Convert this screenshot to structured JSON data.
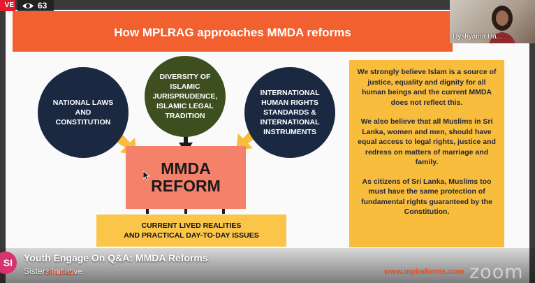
{
  "stream": {
    "live_label": "VE",
    "viewer_count": "63",
    "title": "Youth Engage On Q&A: MMDA Reforms",
    "subtitle": "Sisters Initiative",
    "channel_initials": "SI",
    "watermark": "zoom"
  },
  "participant": {
    "name": "Hyshyama Ha..."
  },
  "slide": {
    "title": "How MPLRAG approaches MMDA reforms",
    "circles": {
      "left": [
        "NATIONAL LAWS",
        "AND",
        "CONSTITUTION"
      ],
      "middle": [
        "DIVERSITY OF",
        "ISLAMIC",
        "JURISPRUDENCE,",
        "ISLAMIC LEGAL",
        "TRADITION"
      ],
      "right": [
        "INTERNATIONAL",
        "HUMAN RIGHTS",
        "STANDARDS &",
        "INTERNATIONAL",
        "INSTRUMENTS"
      ]
    },
    "reform_box": [
      "MMDA",
      "REFORM"
    ],
    "lived_box": [
      "CURRENT LIVED REALITIES",
      "AND PRACTICAL DAY-TO-DAY ISSUES"
    ],
    "paragraphs": [
      "We strongly believe Islam is a source of justice, equality and dignity for all human beings and the current MMDA does not reflect this.",
      "We also believe that all Muslims in Sri Lanka, women and men, should have equal access to legal rights, justice and redress on matters of marriage and family.",
      "As citizens of Sri Lanka, Muslims too must have the same protection of fundamental rights guaranteed by the Constitution."
    ],
    "brand": "MPLRAG",
    "url": "www.mplreforms.com"
  },
  "colors": {
    "header_orange": "#f2602f",
    "navy": "#1b2842",
    "olive": "#3d4f1f",
    "salmon": "#f4826a",
    "amber": "#f8bd3c",
    "live_red": "#e21b2d"
  }
}
